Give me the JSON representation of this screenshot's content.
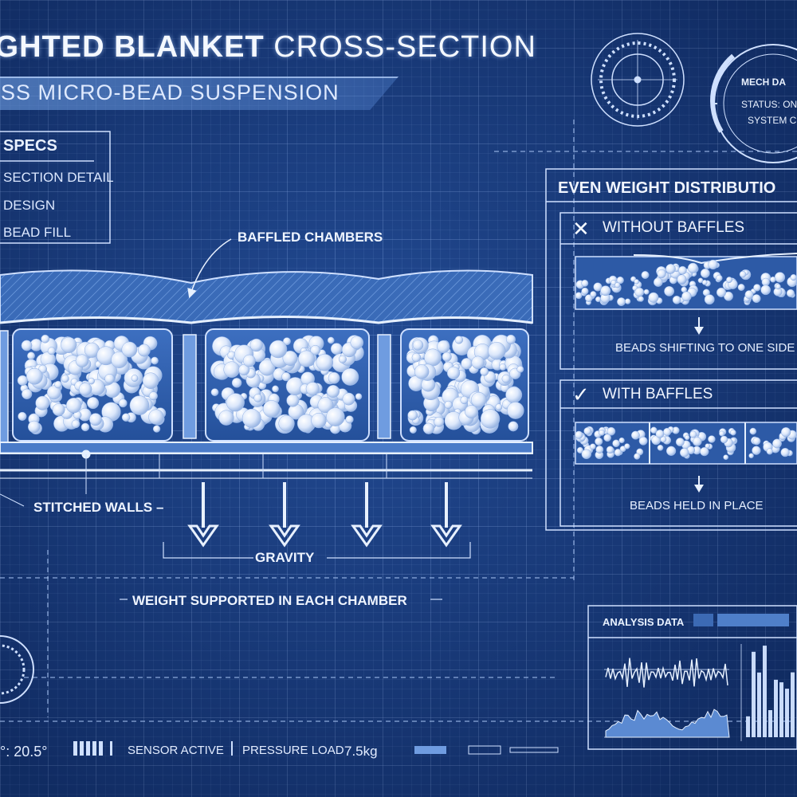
{
  "title": {
    "bold": "IGHTED BLANKET",
    "thin": " CROSS-SECTION"
  },
  "subtitle": "ASS MICRO-BEAD SUSPENSION",
  "specs": {
    "heading": "SPECS",
    "items": [
      {
        "label": "SECTION DETAIL"
      },
      {
        "label": "DESIGN"
      },
      {
        "label": "BEAD FILL"
      }
    ]
  },
  "gauge": {
    "line1": "MECH DA",
    "line2": "STATUS: ON",
    "line3": "SYSTEM CH"
  },
  "callouts": {
    "baffled": "BAFFLED CHAMBERS",
    "stitched": "STITCHED WALLS –",
    "gravity": "GRAVITY",
    "weight": "WEIGHT SUPPORTED IN EACH CHAMBER"
  },
  "distribution": {
    "heading": "EVEN WEIGHT DISTRIBUTIO",
    "without": {
      "mark": "✕",
      "label": "WITHOUT BAFFLES",
      "caption": "BEADS SHIFTING TO ONE SIDE"
    },
    "with": {
      "mark": "✓",
      "label": "WITH BAFFLES",
      "caption": "BEADS HELD IN PLACE"
    }
  },
  "analysis": {
    "label": "ANALYSIS DATA"
  },
  "status_bar": {
    "temp": "°: 20.5°",
    "sensor": "SENSOR ACTIVE",
    "pressure_label": "PRESSURE LOAD",
    "pressure_value": "7.5kg"
  },
  "colors": {
    "background": "#1a3f82",
    "line": "#cfe0ff",
    "bead": "#e4eeff",
    "accent": "#6fa2ea"
  }
}
